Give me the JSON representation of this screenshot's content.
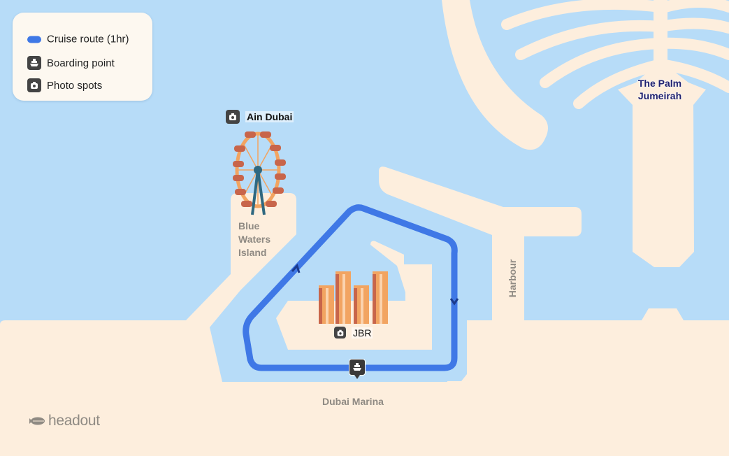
{
  "legend": {
    "items": [
      {
        "icon": "route-line",
        "label": "Cruise route (1hr)",
        "color": "#3f78e6"
      },
      {
        "icon": "ship-icon",
        "label": "Boarding point"
      },
      {
        "icon": "camera-icon",
        "label": "Photo spots"
      }
    ]
  },
  "photo_spots": [
    {
      "label": "Ain Dubai"
    },
    {
      "label": "JBR"
    }
  ],
  "areas": {
    "blue_waters_line1": "Blue",
    "blue_waters_line2": "Waters",
    "blue_waters_line3": "Island",
    "palm_line1": "The Palm",
    "palm_line2": "Jumeirah",
    "harbour": "Harbour",
    "marina": "Dubai Marina"
  },
  "brand": {
    "name": "headout"
  },
  "colors": {
    "water": "#b7dcf8",
    "land": "#fdeedd",
    "route": "#3f78e6",
    "route_arrow": "#1b3a8c",
    "pin": "#3a3a3a"
  }
}
